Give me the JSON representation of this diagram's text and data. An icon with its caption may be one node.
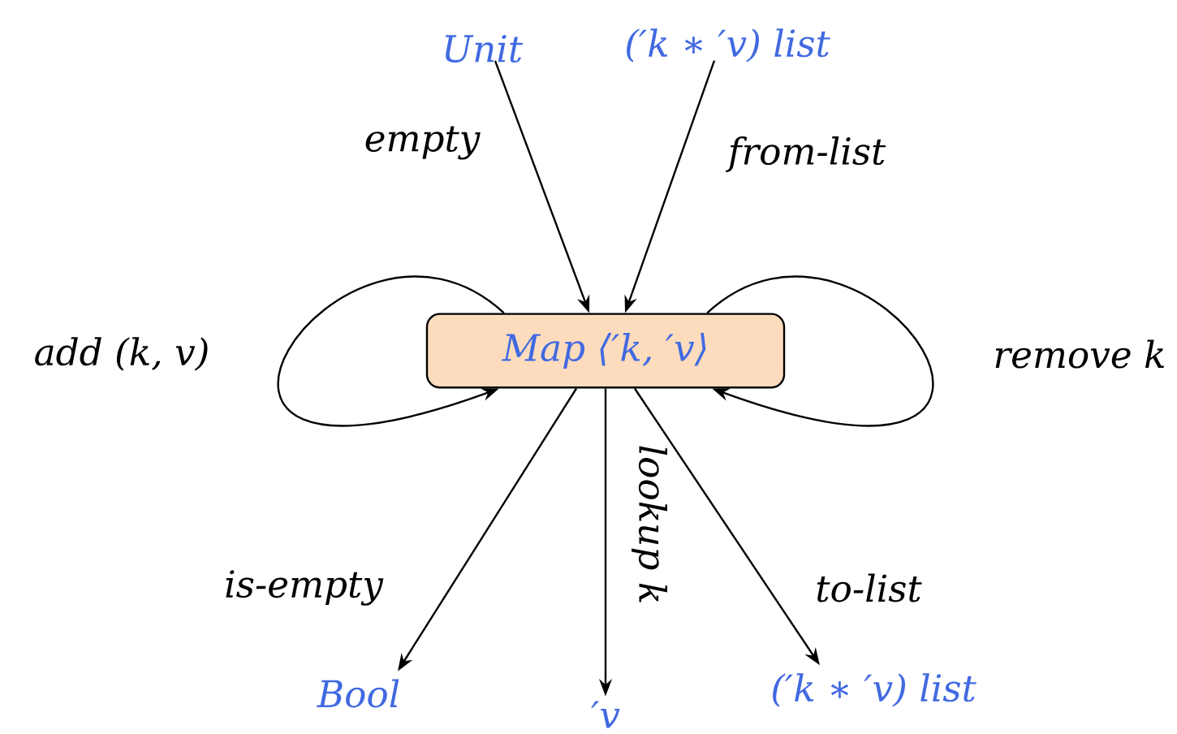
{
  "diagram": {
    "nodes": [
      {
        "text": [
          "Unit"
        ]
      },
      {
        "text": [
          "(′k ∗ ′v) list"
        ]
      },
      {
        "text": [
          "Map ⟨′k, ′v⟩"
        ]
      },
      {
        "text": [
          "Bool"
        ]
      },
      {
        "text": [
          "′v"
        ]
      },
      {
        "text": [
          "(′k ∗ ′v) list"
        ]
      }
    ],
    "edges": [
      {
        "from": 0,
        "to": 2,
        "arrow": "to",
        "label": "empty"
      },
      {
        "from": 1,
        "to": 2,
        "arrow": "to",
        "label": "from-list"
      },
      {
        "from": 2,
        "to": 2,
        "arrow": "to",
        "label": "add (k, v)"
      },
      {
        "from": 2,
        "to": 2,
        "arrow": "to",
        "label": "remove k"
      },
      {
        "from": 2,
        "to": 3,
        "arrow": "to",
        "label": "is-empty"
      },
      {
        "from": 2,
        "to": 4,
        "arrow": "to",
        "label": "lookup k"
      },
      {
        "from": 2,
        "to": 5,
        "arrow": "to",
        "label": "to-list"
      }
    ]
  }
}
